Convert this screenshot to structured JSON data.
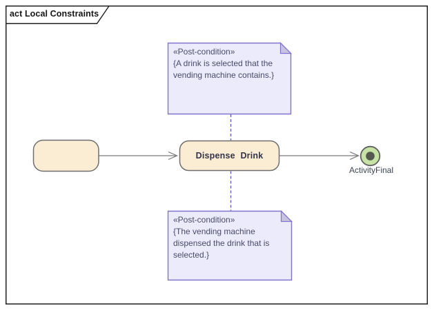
{
  "frame": {
    "title": "act Local Constraints"
  },
  "nodes": {
    "start": {
      "label": ""
    },
    "action": {
      "label": "Dispense Drink"
    },
    "final": {
      "label": "ActivityFinal"
    }
  },
  "notes": {
    "top": {
      "lines": [
        "«Post-condition»",
        "{A drink is selected that the",
        "vending machine contains.}"
      ]
    },
    "bottom": {
      "lines": [
        "«Post-condition»",
        "{The vending machine",
        "dispensed the drink that is",
        "selected.}"
      ]
    }
  },
  "colors": {
    "frame_border": "#1f1f1f",
    "note_fill": "#EBEBFB",
    "note_border": "#8273CE",
    "note_fold": "#C7C3E0",
    "note_text": "#4A4A6B",
    "dashed_connector": "#7163C8",
    "node_fill": "#FBEDD3",
    "node_border": "#6E6E6E",
    "action_text": "#33334A",
    "connector": "#7A7A7A",
    "final_fill": "#C6E2A4",
    "final_dot": "#54584E",
    "final_label_text": "#3E4453"
  }
}
